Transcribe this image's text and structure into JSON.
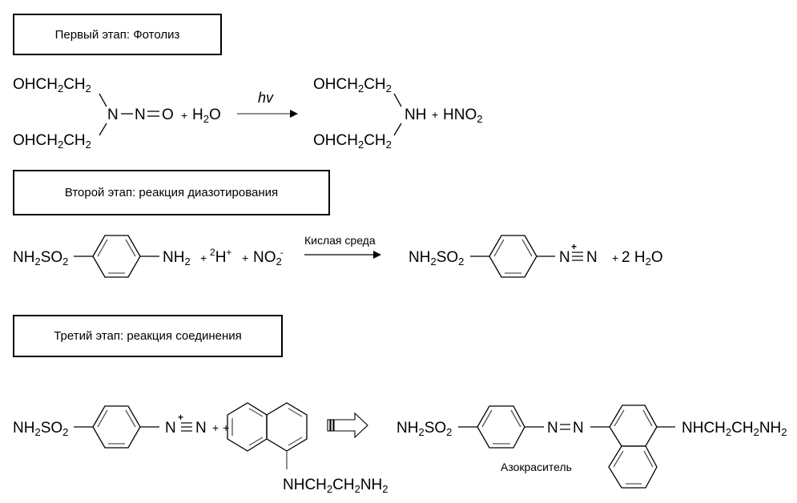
{
  "stages": [
    {
      "title": "Первый этап: Фотолиз",
      "reactant": {
        "arm_top": [
          "OHCH",
          "2",
          "CH",
          "2"
        ],
        "arm_bottom": [
          "OHCH",
          "2",
          "CH",
          "2"
        ],
        "core": "N",
        "nitroso": [
          "N",
          "O"
        ],
        "plus": "+",
        "water": [
          "H",
          "2",
          "O"
        ]
      },
      "arrow_label": "hv",
      "product": {
        "arm_top": [
          "OHCH",
          "2",
          "CH",
          "2"
        ],
        "arm_bottom": [
          "OHCH",
          "2",
          "CH",
          "2"
        ],
        "core": "NH",
        "plus": "+",
        "acid": [
          "HNO",
          "2"
        ]
      }
    },
    {
      "title": "Второй этап: реакция диазотирования",
      "reactant": {
        "sulfonamide": [
          "NH",
          "2",
          "SO",
          "2"
        ],
        "amine": [
          "NH",
          "2"
        ],
        "plus1": "+",
        "proton": [
          "2",
          "H",
          "+"
        ],
        "plus2": "+",
        "nitrite": [
          "NO",
          "2",
          "-"
        ]
      },
      "arrow_label": "Кислая среда",
      "product": {
        "sulfonamide": [
          "NH",
          "2",
          "SO",
          "2"
        ],
        "diazo": [
          "N",
          "+",
          "N"
        ],
        "plus": "+",
        "water": [
          "2 H",
          "2",
          "O"
        ]
      }
    },
    {
      "title": "Третий этап: реакция соединения",
      "reactant": {
        "sulfonamide": [
          "NH",
          "2",
          "SO",
          "2"
        ],
        "diazo": [
          "N",
          "+",
          "N"
        ],
        "plus1": "+",
        "plus2": "+",
        "naphthyl_sub": [
          "NHCH",
          "2",
          "CH",
          "2",
          "NH",
          "2"
        ]
      },
      "product": {
        "sulfonamide": [
          "NH",
          "2",
          "SO",
          "2"
        ],
        "azo": [
          "N",
          "N"
        ],
        "naphthyl_sub": [
          "NHCH",
          "2",
          "CH",
          "2",
          "NH",
          "2"
        ],
        "label": "Азокраситель"
      }
    }
  ]
}
